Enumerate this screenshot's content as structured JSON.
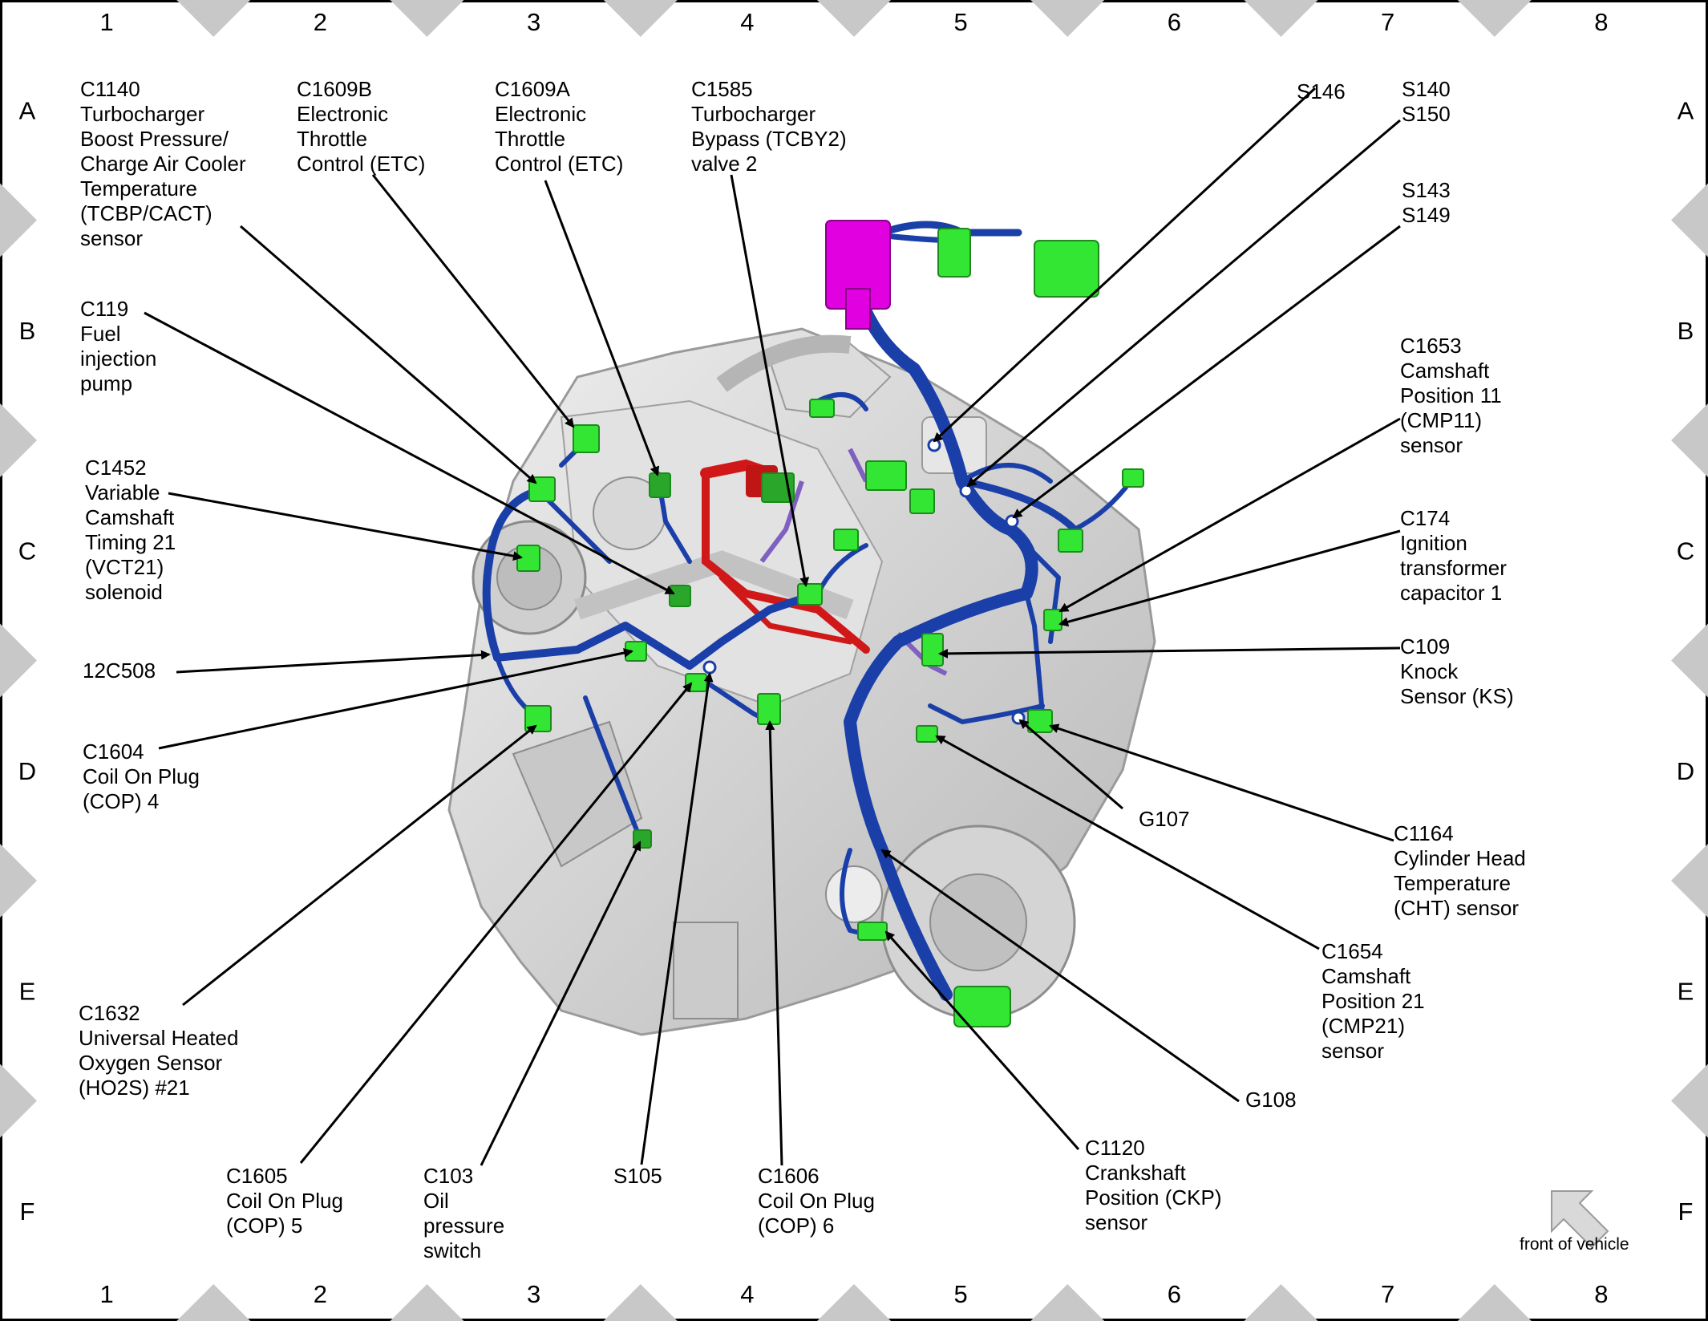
{
  "grid": {
    "columns": [
      "1",
      "2",
      "3",
      "4",
      "5",
      "6",
      "7",
      "8"
    ],
    "rows": [
      "A",
      "B",
      "C",
      "D",
      "E",
      "F"
    ]
  },
  "callouts": [
    {
      "id": "c1140",
      "lines": [
        "C1140",
        "Turbocharger",
        "Boost Pressure/",
        "Charge Air Cooler",
        "Temperature",
        "(TCBP/CACT)",
        "sensor"
      ]
    },
    {
      "id": "c1609b",
      "lines": [
        "C1609B",
        "Electronic",
        "Throttle",
        "Control (ETC)"
      ]
    },
    {
      "id": "c1609a",
      "lines": [
        "C1609A",
        "Electronic",
        "Throttle",
        "Control (ETC)"
      ]
    },
    {
      "id": "c1585",
      "lines": [
        "C1585",
        "Turbocharger",
        "Bypass (TCBY2)",
        "valve 2"
      ]
    },
    {
      "id": "s146",
      "lines": [
        "S146"
      ]
    },
    {
      "id": "s140",
      "lines": [
        "S140",
        "S150"
      ]
    },
    {
      "id": "s143",
      "lines": [
        "S143",
        "S149"
      ]
    },
    {
      "id": "c119",
      "lines": [
        "C119",
        "Fuel",
        "injection",
        "pump"
      ]
    },
    {
      "id": "c1653",
      "lines": [
        "C1653",
        "Camshaft",
        "Position 11",
        "(CMP11)",
        "sensor"
      ]
    },
    {
      "id": "c1452",
      "lines": [
        "C1452",
        "Variable",
        "Camshaft",
        "Timing 21",
        "(VCT21)",
        "solenoid"
      ]
    },
    {
      "id": "c174",
      "lines": [
        "C174",
        "Ignition",
        "transformer",
        "capacitor 1"
      ]
    },
    {
      "id": "c12c508",
      "lines": [
        "12C508"
      ]
    },
    {
      "id": "c109",
      "lines": [
        "C109",
        "Knock",
        "Sensor (KS)"
      ]
    },
    {
      "id": "c1604",
      "lines": [
        "C1604",
        "Coil On Plug",
        "(COP) 4"
      ]
    },
    {
      "id": "g107",
      "lines": [
        "G107"
      ]
    },
    {
      "id": "c1164",
      "lines": [
        "C1164",
        "Cylinder Head",
        "Temperature",
        "(CHT) sensor"
      ]
    },
    {
      "id": "c1654",
      "lines": [
        "C1654",
        "Camshaft",
        "Position 21",
        "(CMP21)",
        "sensor"
      ]
    },
    {
      "id": "c1632",
      "lines": [
        "C1632",
        "Universal Heated",
        "Oxygen Sensor",
        "(HO2S) #21"
      ]
    },
    {
      "id": "g108",
      "lines": [
        "G108"
      ]
    },
    {
      "id": "c1120",
      "lines": [
        "C1120",
        "Crankshaft",
        "Position (CKP)",
        "sensor"
      ]
    },
    {
      "id": "c1605",
      "lines": [
        "C1605",
        "Coil On Plug",
        "(COP) 5"
      ]
    },
    {
      "id": "c103",
      "lines": [
        "C103",
        "Oil",
        "pressure",
        "switch"
      ]
    },
    {
      "id": "s105",
      "lines": [
        "S105"
      ]
    },
    {
      "id": "c1606",
      "lines": [
        "C1606",
        "Coil On Plug",
        "(COP) 6"
      ]
    }
  ],
  "orientation": {
    "label": "front of vehicle",
    "icon": "arrow-down-left-icon"
  },
  "colors": {
    "harness": "#1a3fa8",
    "connector": "#33e633",
    "pcm_connector": "#e000e0",
    "fuel_rail": "#d01818",
    "engine": "#d4d4d4",
    "grid_marker": "#c8c8c8"
  }
}
